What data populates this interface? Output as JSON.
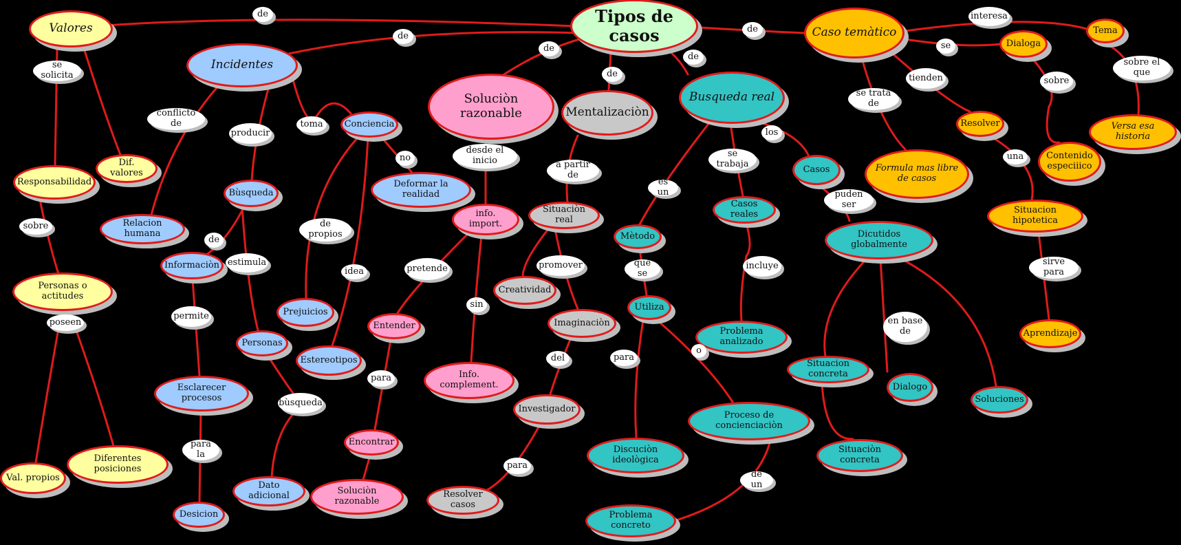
{
  "colors": {
    "edge": "#e01b1b",
    "yellow": "#ffffa0",
    "blue": "#9fcbff",
    "pink": "#ff9fcd",
    "gray": "#c8c8c8",
    "teal": "#33c4c4",
    "orange": "#ffc000",
    "green": "#ccffcc"
  },
  "nodes": {
    "tipos": "Tipos de casos",
    "valores": "Valores",
    "incidentes": "Incidentes",
    "solucion": "Soluciòn razonable",
    "mentalizacion": "Mentalizaciòn",
    "busqueda_real": "Busqueda real",
    "caso_tematico": "Caso temàtico",
    "responsabilidad": "Responsabilidad",
    "dif_valores": "Dif. valores",
    "personas_actitudes": "Personas o actitudes",
    "val_propios": "Val. propios",
    "diferentes_posiciones": "Diferentes posiciones",
    "relacion_humana": "Relacion humana",
    "busqueda": "Bùsqueda",
    "informacion": "Informaciòn",
    "esclarecer": "Esclarecer procesos",
    "desicion": "Desicion",
    "personas": "Personas",
    "dato_adicional": "Dato adicional",
    "conciencia": "Conciencia",
    "deformar": "Deformar la realidad",
    "prejuicios": "Prejuicios",
    "estereotipos": "Estereotipos",
    "info_import": "info. import.",
    "entender": "Entender",
    "encontrar": "Encontrar",
    "solucion2": "Soluciòn razonable",
    "info_complement": "Info. complement.",
    "situacion_real": "Situaciòn real",
    "creatividad": "Creatividad",
    "imaginacion": "Imaginaciòn",
    "investigador": "Investigador",
    "resolver_casos": "Resolver casos",
    "metodo": "Mètodo",
    "utiliza": "Utiliza",
    "discucion": "Discuciòn ideològica",
    "proceso": "Proceso de concienciaciòn",
    "problema_concreto": "Problema concreto",
    "casos_reales": "Casos reales",
    "problema_analizado": "Problema analizado",
    "casos": "Casos",
    "dicutidos": "Dicutidos globalmente",
    "situacion_concreta": "Situacion concreta",
    "situacion_concreta2": "Situaciòn concreta",
    "dialogo": "Dialogo",
    "soluciones": "Soluciones",
    "formula": "Formula mas libre de casos",
    "dialoga": "Dialoga",
    "tema": "Tema",
    "resolver": "Resolver",
    "contenido": "Contenido especiiico",
    "versa": "Versa esa historia",
    "situacion_hipotetica": "Situacion hipotetica",
    "aprendizaje": "Aprendizaje"
  },
  "labels": {
    "de_valores": "de",
    "de_incidentes": "de",
    "de_solucion": "de",
    "de_mentalizacion": "de",
    "de_busqueda_real": "de",
    "de_caso_tematico": "de",
    "se_solicita": "se solicita",
    "sobre_resp": "sobre",
    "poseen": "poseen",
    "conflicto_de": "conflicto de",
    "producir": "producir",
    "toma": "toma",
    "de_info": "de",
    "estimula": "estimula",
    "permite": "permite",
    "para_la": "para la",
    "busqueda_lbl": "bùsqueda",
    "no": "no",
    "de_propios": "de propios",
    "idea": "idea",
    "desde_el_inicio": "desde el inicio",
    "pretende": "pretende",
    "sin": "sin",
    "para_entender": "para",
    "a_partir_de": "a partir de",
    "promover": "promover",
    "del": "del",
    "para_investigador": "para",
    "es_un": "es un",
    "que_se": "que se",
    "para_utiliza": "para",
    "o": "o",
    "de_un": "de un",
    "se_trabaja": "se trabaja",
    "incluye": "incluye",
    "los": "los",
    "pueden_ser": "puden ser",
    "en_base_de": "en base de",
    "se_trata_de": "se trata de",
    "interesa": "interesa",
    "se": "se",
    "tienden": "tienden",
    "sobre_dialoga": "sobre",
    "sobre_el_que": "sobre el que",
    "una": "una",
    "sirve_para": "sirve para"
  }
}
